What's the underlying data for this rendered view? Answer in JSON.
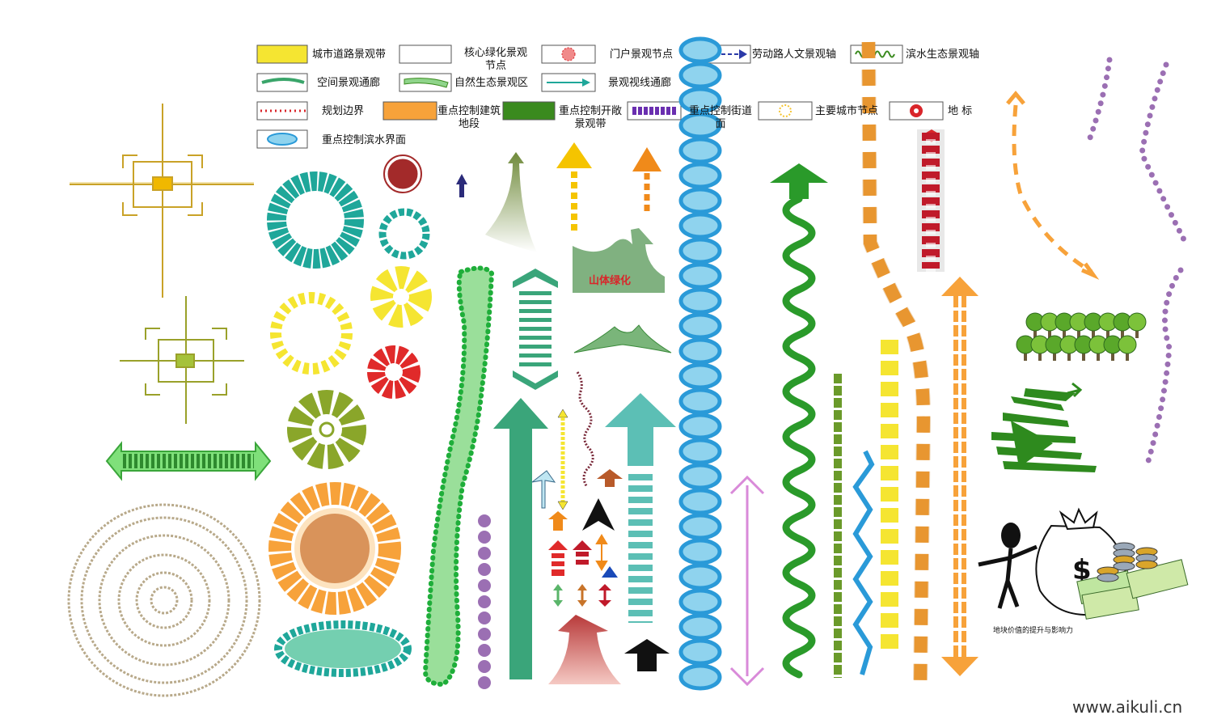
{
  "legend": {
    "row1": [
      "城市道路景观带",
      "核心绿化景观节点",
      "门户景观节点",
      "劳动路人文景观轴",
      "滨水生态景观轴"
    ],
    "row2": [
      "空间景观通廊",
      "自然生态景观区",
      "景观视线通廊"
    ],
    "row3": [
      "规划边界",
      "重点控制建筑地段",
      "重点控制开敞景观带",
      "重点控制街道面",
      "主要城市节点",
      "地 标"
    ],
    "row4": [
      "重点控制滨水界面"
    ]
  },
  "labels": {
    "mountain_green": "山体绿化",
    "land_value": "地块价值的提升与影响力",
    "dollar": "$"
  },
  "site": "www.aikuli.cn",
  "colors": {
    "yellow": "#f5e531",
    "orange": "#f7a23a",
    "green": "#3a8a1e",
    "teal": "#1fa79a",
    "blue": "#2a9ad8",
    "purple": "#9b6fb3",
    "red": "#d9252a",
    "gold": "#c9a227"
  }
}
